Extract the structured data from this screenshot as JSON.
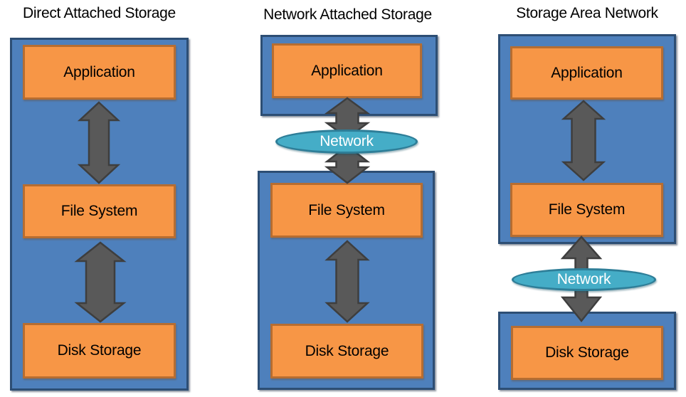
{
  "diagrams": [
    {
      "title": "Direct Attached Storage",
      "layers": {
        "application": "Application",
        "file_system": "File System",
        "disk_storage": "Disk Storage"
      }
    },
    {
      "title": "Network Attached Storage",
      "layers": {
        "application": "Application",
        "file_system": "File System",
        "disk_storage": "Disk Storage"
      },
      "network_label": "Network"
    },
    {
      "title": "Storage Area Network",
      "layers": {
        "application": "Application",
        "file_system": "File System",
        "disk_storage": "Disk Storage"
      },
      "network_label": "Network"
    }
  ],
  "icons": {
    "connector": "bidirectional-vertical-arrow"
  },
  "colors": {
    "background": "#FFFFFF",
    "container_fill": "#4E80BC",
    "container_border": "#2D4E74",
    "box_fill": "#F79646",
    "box_border": "#B66D31",
    "network_fill": "#45ADC7",
    "network_border": "#2E7E98",
    "arrow_fill": "#595959",
    "arrow_border": "#3E3E3E",
    "title_text": "#000000",
    "box_text": "#000000",
    "network_text": "#FFFFFF"
  }
}
